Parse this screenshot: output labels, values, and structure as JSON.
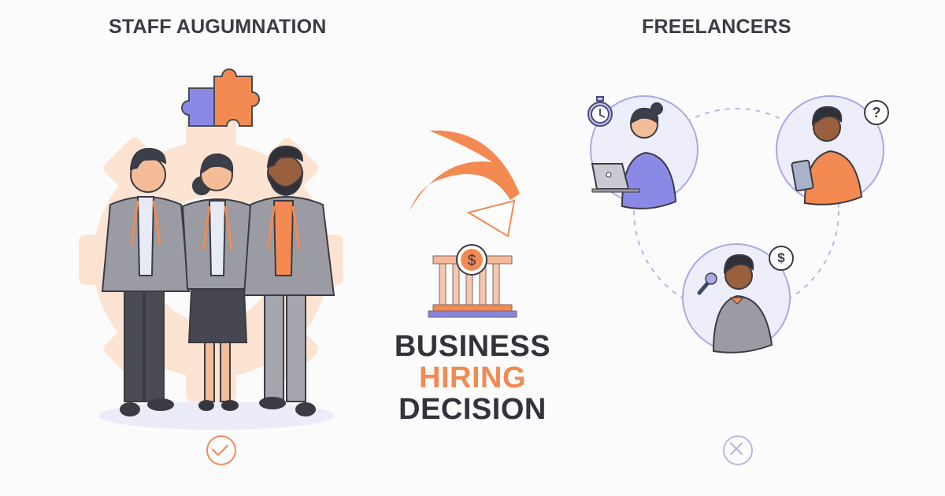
{
  "left": {
    "title": "STAFF AUGUMNATION",
    "illustration": "team-of-three-in-suits",
    "status_icon": "check-icon"
  },
  "right": {
    "title": "FREELANCERS",
    "illustration": "freelancer-network",
    "freelancers": [
      {
        "role": "laptop-worker",
        "badge_icon": "stopwatch-icon"
      },
      {
        "role": "tablet-worker",
        "badge_icon": "question-icon",
        "badge_text": "?"
      },
      {
        "role": "speaker",
        "badge_icon": "dollar-icon",
        "badge_text": "$"
      }
    ],
    "status_icon": "cross-icon"
  },
  "center": {
    "line1": "BUSINESS",
    "line2": "HIRING",
    "line3": "DECISION",
    "icons": [
      "curved-arrow-icon",
      "bank-dollar-icon"
    ]
  },
  "colors": {
    "accent_orange": "#f28a52",
    "accent_purple": "#8f8fe6",
    "text_dark": "#33333b",
    "background": "#fbfbfc"
  }
}
